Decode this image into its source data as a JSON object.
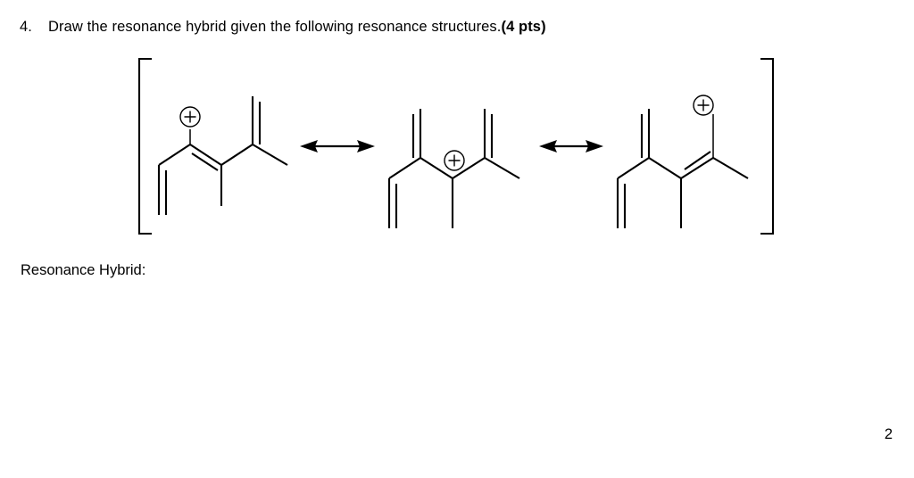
{
  "document": {
    "page_number": "2",
    "background_color": "#ffffff",
    "ink_color": "#000000"
  },
  "question": {
    "number": "4.",
    "text": "Draw the resonance hybrid given the following resonance structures.",
    "points": "(4 pts)"
  },
  "resonance_set": {
    "bracket_left": "[",
    "bracket_right": "]",
    "arrow_symbol": "double-headed-resonance-arrow",
    "arrow_count": 2,
    "structure_count": 3,
    "charge_symbol": "+",
    "structures": [
      {
        "id": "structure-1",
        "name": "resonance-structure-1",
        "charge": "+",
        "charge_position": "left-apex-carbon-top",
        "description": "Cation on the left apex carbon; terminal vinyl double bond at far left, central C=C double bond toward the middle vertex, methyl down from middle vertex, exocyclic C=C up from right apex carbon with methyl to lower right."
      },
      {
        "id": "structure-2",
        "name": "resonance-structure-2",
        "charge": "+",
        "charge_position": "center-carbon-above",
        "description": "Cation on the central lower vertex; exocyclic C=C double bonds up from both apex carbons, terminal vinyl double bond at far left, methyl down from the cationic center, methyl to lower right."
      },
      {
        "id": "structure-3",
        "name": "resonance-structure-3",
        "charge": "+",
        "charge_position": "right-apex-carbon-top",
        "description": "Cation on the right apex carbon; exocyclic C=C up from left apex carbon, terminal vinyl double bond at far left, central C=C between middle vertex and right apex, methyl down from middle vertex, methyl to lower right."
      }
    ]
  },
  "hybrid_prompt": {
    "label": "Resonance Hybrid:"
  }
}
